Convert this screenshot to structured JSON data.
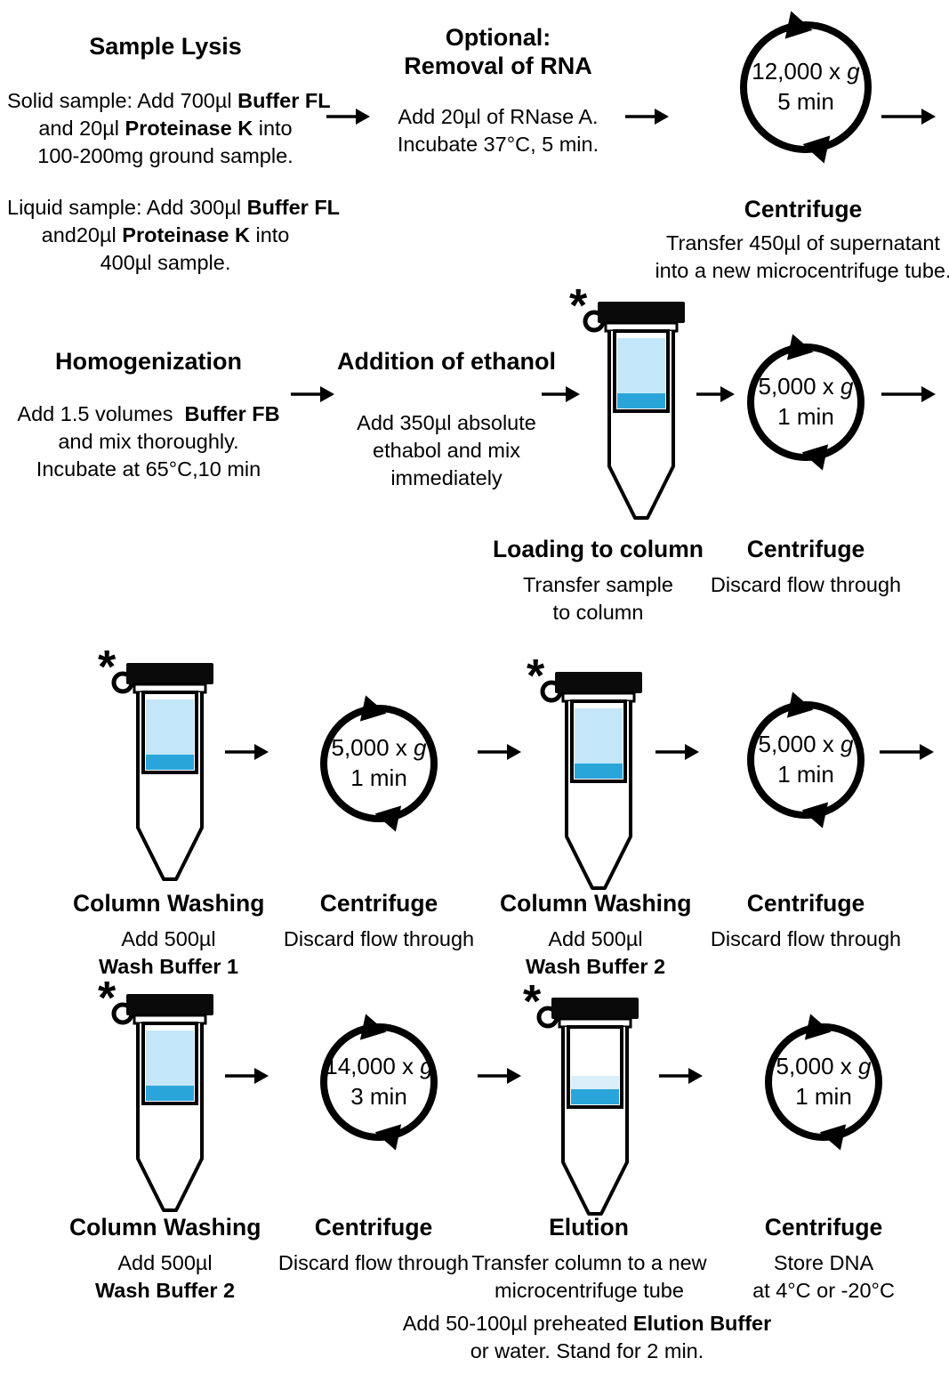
{
  "marker": "*",
  "colors": {
    "ink": "#000000",
    "liquid_light": "#c3e7f8",
    "liquid_pale": "#daeffa",
    "liquid_dark": "#2aa5da"
  },
  "steps": {
    "lysis": {
      "title": "Sample Lysis",
      "solid": {
        "t1": "Solid sample: Add 700µl ",
        "b1": "Buffer FL",
        "t2": "\nand 20µl ",
        "b2": "Proteinase K",
        "t3": " into\n100-200mg ground sample."
      },
      "liquid": {
        "t1": "Liquid sample: Add 300µl ",
        "b1": "Buffer FL",
        "t2": "\nand20µl ",
        "b2": "Proteinase K",
        "t3": " into\n400µl sample."
      }
    },
    "rna": {
      "title": "Optional:\nRemoval of RNA",
      "body": "Add 20µl of RNase A.\nIncubate 37°C, 5 min."
    },
    "c1": {
      "speed": "12,000 x ",
      "g": "g",
      "time": "5 min",
      "label": "Centrifuge",
      "note": "Transfer 450µl of supernatant\ninto a new microcentrifuge tube."
    },
    "homog": {
      "title": "Homogenization",
      "t1": "Add 1.5 volumes  ",
      "b1": "Buffer FB",
      "t2": "\nand mix thoroughly.\nIncubate at 65°C,10 min"
    },
    "ethanol": {
      "title": "Addition of ethanol",
      "body": "Add 350µl absolute\nethabol and mix\nimmediately"
    },
    "loading": {
      "label": "Loading to column",
      "note": "Transfer sample\nto column"
    },
    "c2": {
      "speed": "5,000 x ",
      "g": "g",
      "time": "1 min",
      "label": "Centrifuge",
      "note": "Discard flow through"
    },
    "wash1": {
      "label": "Column Washing",
      "add": "Add 500µl",
      "buffer": "Wash Buffer 1"
    },
    "c3": {
      "speed": "5,000 x ",
      "g": "g",
      "time": "1 min",
      "label": "Centrifuge",
      "note": "Discard flow through"
    },
    "wash2": {
      "label": "Column Washing",
      "add": "Add 500µl",
      "buffer": "Wash Buffer 2"
    },
    "c4": {
      "speed": "5,000 x ",
      "g": "g",
      "time": "1 min",
      "label": "Centrifuge",
      "note": "Discard flow through"
    },
    "wash3": {
      "label": "Column Washing",
      "add": "Add 500µl",
      "buffer": "Wash Buffer 2"
    },
    "c5": {
      "speed": "14,000 x ",
      "g": "g",
      "time": "3 min",
      "label": "Centrifuge",
      "note": "Discard flow through"
    },
    "elution": {
      "label": "Elution",
      "note": "Transfer column to a new\nmicrocentrifuge tube",
      "t1": "Add 50-100µl preheated ",
      "b1": "Elution Buffer",
      "t2": "\nor water. Stand for 2 min."
    },
    "c6": {
      "speed": "5,000 x ",
      "g": "g",
      "time": "1 min",
      "label": "Centrifuge",
      "note": "Store DNA\nat 4°C or -20°C"
    }
  }
}
